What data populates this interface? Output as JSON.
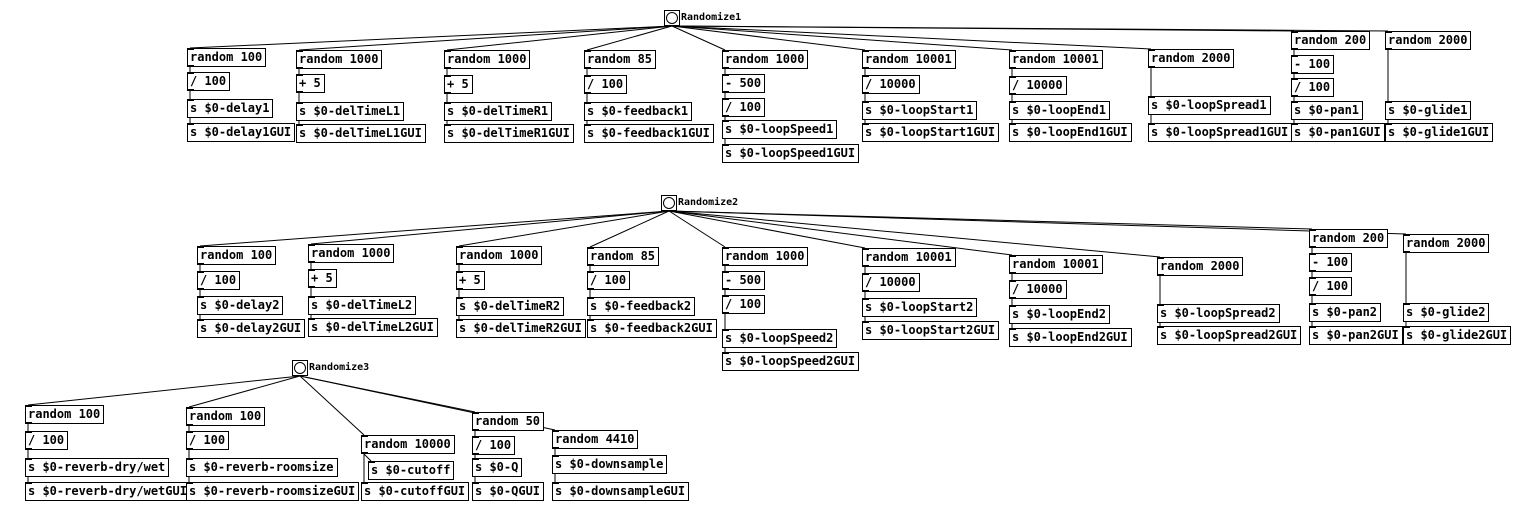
{
  "bangs": [
    {
      "id": "b1",
      "label": "Randomize1"
    },
    {
      "id": "b2",
      "label": "Randomize2"
    },
    {
      "id": "b3",
      "label": "Randomize3"
    }
  ],
  "objects": [
    {
      "id": "a1",
      "text": "random 100",
      "out": true
    },
    {
      "id": "a2",
      "text": "/ 100",
      "out": true
    },
    {
      "id": "a3",
      "text": "s $0-delay1",
      "out": false
    },
    {
      "id": "a4",
      "text": "s $0-delay1GUI",
      "out": false
    },
    {
      "id": "b1o",
      "text": "random 1000",
      "out": true
    },
    {
      "id": "b2o",
      "text": "+ 5",
      "out": true
    },
    {
      "id": "b3o",
      "text": "s $0-delTimeL1",
      "out": false
    },
    {
      "id": "b4o",
      "text": "s $0-delTimeL1GUI",
      "out": false
    },
    {
      "id": "c1",
      "text": "random 1000",
      "out": true
    },
    {
      "id": "c2",
      "text": "+ 5",
      "out": true
    },
    {
      "id": "c3",
      "text": "s $0-delTimeR1",
      "out": false
    },
    {
      "id": "c4",
      "text": "s $0-delTimeR1GUI",
      "out": false
    },
    {
      "id": "d1",
      "text": "random 85",
      "out": true
    },
    {
      "id": "d2",
      "text": "/ 100",
      "out": true
    },
    {
      "id": "d3",
      "text": "s $0-feedback1",
      "out": false
    },
    {
      "id": "d4",
      "text": "s $0-feedback1GUI",
      "out": false
    },
    {
      "id": "e1",
      "text": "random 1000",
      "out": true
    },
    {
      "id": "e2",
      "text": "- 500",
      "out": true
    },
    {
      "id": "e3",
      "text": "/ 100",
      "out": true
    },
    {
      "id": "e4",
      "text": "s $0-loopSpeed1",
      "out": false
    },
    {
      "id": "e5",
      "text": "s $0-loopSpeed1GUI",
      "out": false
    },
    {
      "id": "f1",
      "text": "random 10001",
      "out": true
    },
    {
      "id": "f2",
      "text": "/ 10000",
      "out": true
    },
    {
      "id": "f3",
      "text": "s $0-loopStart1",
      "out": false
    },
    {
      "id": "f4",
      "text": "s $0-loopStart1GUI",
      "out": false
    },
    {
      "id": "g1",
      "text": "random 10001",
      "out": true
    },
    {
      "id": "g2",
      "text": "/ 10000",
      "out": true
    },
    {
      "id": "g3",
      "text": "s $0-loopEnd1",
      "out": false
    },
    {
      "id": "g4",
      "text": "s $0-loopEnd1GUI",
      "out": false
    },
    {
      "id": "h1",
      "text": "random 2000",
      "out": true
    },
    {
      "id": "h3",
      "text": "s $0-loopSpread1",
      "out": false
    },
    {
      "id": "h4",
      "text": "s $0-loopSpread1GUI",
      "out": false
    },
    {
      "id": "i1",
      "text": "random 200",
      "out": true
    },
    {
      "id": "i2",
      "text": "- 100",
      "out": true
    },
    {
      "id": "i2b",
      "text": "/ 100",
      "out": true
    },
    {
      "id": "i3",
      "text": "s $0-pan1",
      "out": false
    },
    {
      "id": "i4",
      "text": "s $0-pan1GUI",
      "out": false
    },
    {
      "id": "j1",
      "text": "random 2000",
      "out": true
    },
    {
      "id": "j3",
      "text": "s $0-glide1",
      "out": false
    },
    {
      "id": "j4",
      "text": "s $0-glide1GUI",
      "out": false
    },
    {
      "id": "A1",
      "text": "random 100",
      "out": true
    },
    {
      "id": "A2",
      "text": "/ 100",
      "out": true
    },
    {
      "id": "A3",
      "text": "s $0-delay2",
      "out": false
    },
    {
      "id": "A4",
      "text": "s $0-delay2GUI",
      "out": false
    },
    {
      "id": "B1",
      "text": "random 1000",
      "out": true
    },
    {
      "id": "B2",
      "text": "+ 5",
      "out": true
    },
    {
      "id": "B3",
      "text": "s $0-delTimeL2",
      "out": false
    },
    {
      "id": "B4",
      "text": "s $0-delTimeL2GUI",
      "out": false
    },
    {
      "id": "C1",
      "text": "random 1000",
      "out": true
    },
    {
      "id": "C2",
      "text": "+ 5",
      "out": true
    },
    {
      "id": "C3",
      "text": "s $0-delTimeR2",
      "out": false
    },
    {
      "id": "C4",
      "text": "s $0-delTimeR2GUI",
      "out": false
    },
    {
      "id": "D1",
      "text": "random 85",
      "out": true
    },
    {
      "id": "D2",
      "text": "/ 100",
      "out": true
    },
    {
      "id": "D3",
      "text": "s $0-feedback2",
      "out": false
    },
    {
      "id": "D4",
      "text": "s $0-feedback2GUI",
      "out": false
    },
    {
      "id": "E1",
      "text": "random 1000",
      "out": true
    },
    {
      "id": "E2",
      "text": "- 500",
      "out": true
    },
    {
      "id": "E3",
      "text": "/ 100",
      "out": true
    },
    {
      "id": "E4",
      "text": "s $0-loopSpeed2",
      "out": false
    },
    {
      "id": "E5",
      "text": "s $0-loopSpeed2GUI",
      "out": false
    },
    {
      "id": "F1",
      "text": "random 10001",
      "out": true
    },
    {
      "id": "F2",
      "text": "/ 10000",
      "out": true
    },
    {
      "id": "F3",
      "text": "s $0-loopStart2",
      "out": false
    },
    {
      "id": "F4",
      "text": "s $0-loopStart2GUI",
      "out": false
    },
    {
      "id": "G1",
      "text": "random 10001",
      "out": true
    },
    {
      "id": "G2",
      "text": "/ 10000",
      "out": true
    },
    {
      "id": "G3",
      "text": "s $0-loopEnd2",
      "out": false
    },
    {
      "id": "G4",
      "text": "s $0-loopEnd2GUI",
      "out": false
    },
    {
      "id": "H1",
      "text": "random 2000",
      "out": true
    },
    {
      "id": "H3",
      "text": "s $0-loopSpread2",
      "out": false
    },
    {
      "id": "H4",
      "text": "s $0-loopSpread2GUI",
      "out": false
    },
    {
      "id": "I1",
      "text": "random 200",
      "out": true
    },
    {
      "id": "I2",
      "text": "- 100",
      "out": true
    },
    {
      "id": "I2b",
      "text": "/ 100",
      "out": true
    },
    {
      "id": "I3",
      "text": "s $0-pan2",
      "out": false
    },
    {
      "id": "I4",
      "text": "s $0-pan2GUI",
      "out": false
    },
    {
      "id": "J1",
      "text": "random 2000",
      "out": true
    },
    {
      "id": "J3",
      "text": "s $0-glide2",
      "out": false
    },
    {
      "id": "J4",
      "text": "s $0-glide2GUI",
      "out": false
    },
    {
      "id": "R1",
      "text": "random 100",
      "out": true
    },
    {
      "id": "R2",
      "text": "/ 100",
      "out": true
    },
    {
      "id": "R3",
      "text": "s $0-reverb-dry/wet",
      "out": false
    },
    {
      "id": "R4",
      "text": "s $0-reverb-dry/wetGUI",
      "out": false
    },
    {
      "id": "S1",
      "text": "random 100",
      "out": true
    },
    {
      "id": "S2",
      "text": "/ 100",
      "out": true
    },
    {
      "id": "S3",
      "text": "s $0-reverb-roomsize",
      "out": false
    },
    {
      "id": "S4",
      "text": "s $0-reverb-roomsizeGUI",
      "out": false
    },
    {
      "id": "T1",
      "text": "random 10000",
      "out": true
    },
    {
      "id": "T3",
      "text": "s $0-cutoff",
      "out": false
    },
    {
      "id": "T4",
      "text": "s $0-cutoffGUI",
      "out": false
    },
    {
      "id": "U1",
      "text": "random 50",
      "out": true
    },
    {
      "id": "U2",
      "text": "/ 100",
      "out": true
    },
    {
      "id": "U3",
      "text": "s $0-Q",
      "out": false
    },
    {
      "id": "U4",
      "text": "s $0-QGUI",
      "out": false
    },
    {
      "id": "V1",
      "text": "random 4410",
      "out": true
    },
    {
      "id": "V3",
      "text": "s $0-downsample",
      "out": false
    },
    {
      "id": "V4",
      "text": "s $0-downsampleGUI",
      "out": false
    }
  ]
}
